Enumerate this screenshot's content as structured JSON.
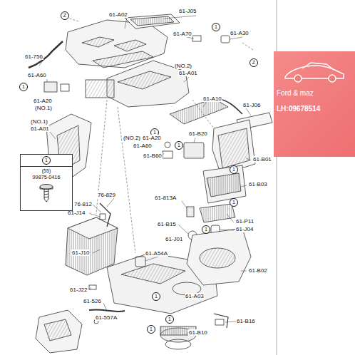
{
  "diagram": {
    "nodes": [
      {
        "text": [
          "1",
          "(55)",
          "99875-0416"
        ]
      },
      {
        "text": [
          "Ford & maz",
          "LH:09678514"
        ]
      }
    ],
    "labels": [
      "Z",
      "61-A02",
      "61-J05",
      "61-A30",
      "1",
      "61-A70",
      "61-756",
      "Z",
      "(NO.2)",
      "61-A01",
      "61-A60",
      "1",
      "61-A20",
      "(NO.1)",
      "61-A10",
      "61-J06",
      "(NO.1)",
      "61-A01",
      "1",
      "61-B20",
      "(NO.2)",
      "61-A20",
      "61-A60",
      "1",
      "61-B60",
      "61-B01",
      "61-B03",
      "1",
      "76-829",
      "76-812",
      "61-J14",
      "61-813A",
      "1",
      "61-B15",
      "61-P11",
      "61-J04",
      "61-J01",
      "1",
      "61-J10",
      "61-A54A",
      "61-B02",
      "61-J22",
      "1",
      "61-A03",
      "61-526",
      "61-557A",
      "1",
      "61-B16",
      "1",
      "61-B10"
    ]
  }
}
